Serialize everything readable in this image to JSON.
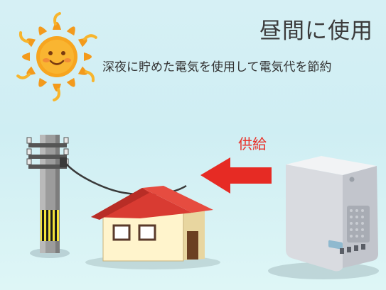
{
  "scene": {
    "title": "昼間に使用",
    "subtitle": "深夜に貯めた電気を使用して電気代を節約",
    "supply_label": "供給"
  },
  "colors": {
    "background": "#d3eff4",
    "sun": "#f6a21c",
    "arrow": "#e8322a",
    "roof": "#e0463c",
    "house_wall": "#fff3c9",
    "battery_unit": "#e3e4e8"
  },
  "icons": [
    "sun-icon",
    "utility-pole-icon",
    "house-icon",
    "battery-storage-icon",
    "supply-arrow-icon"
  ]
}
